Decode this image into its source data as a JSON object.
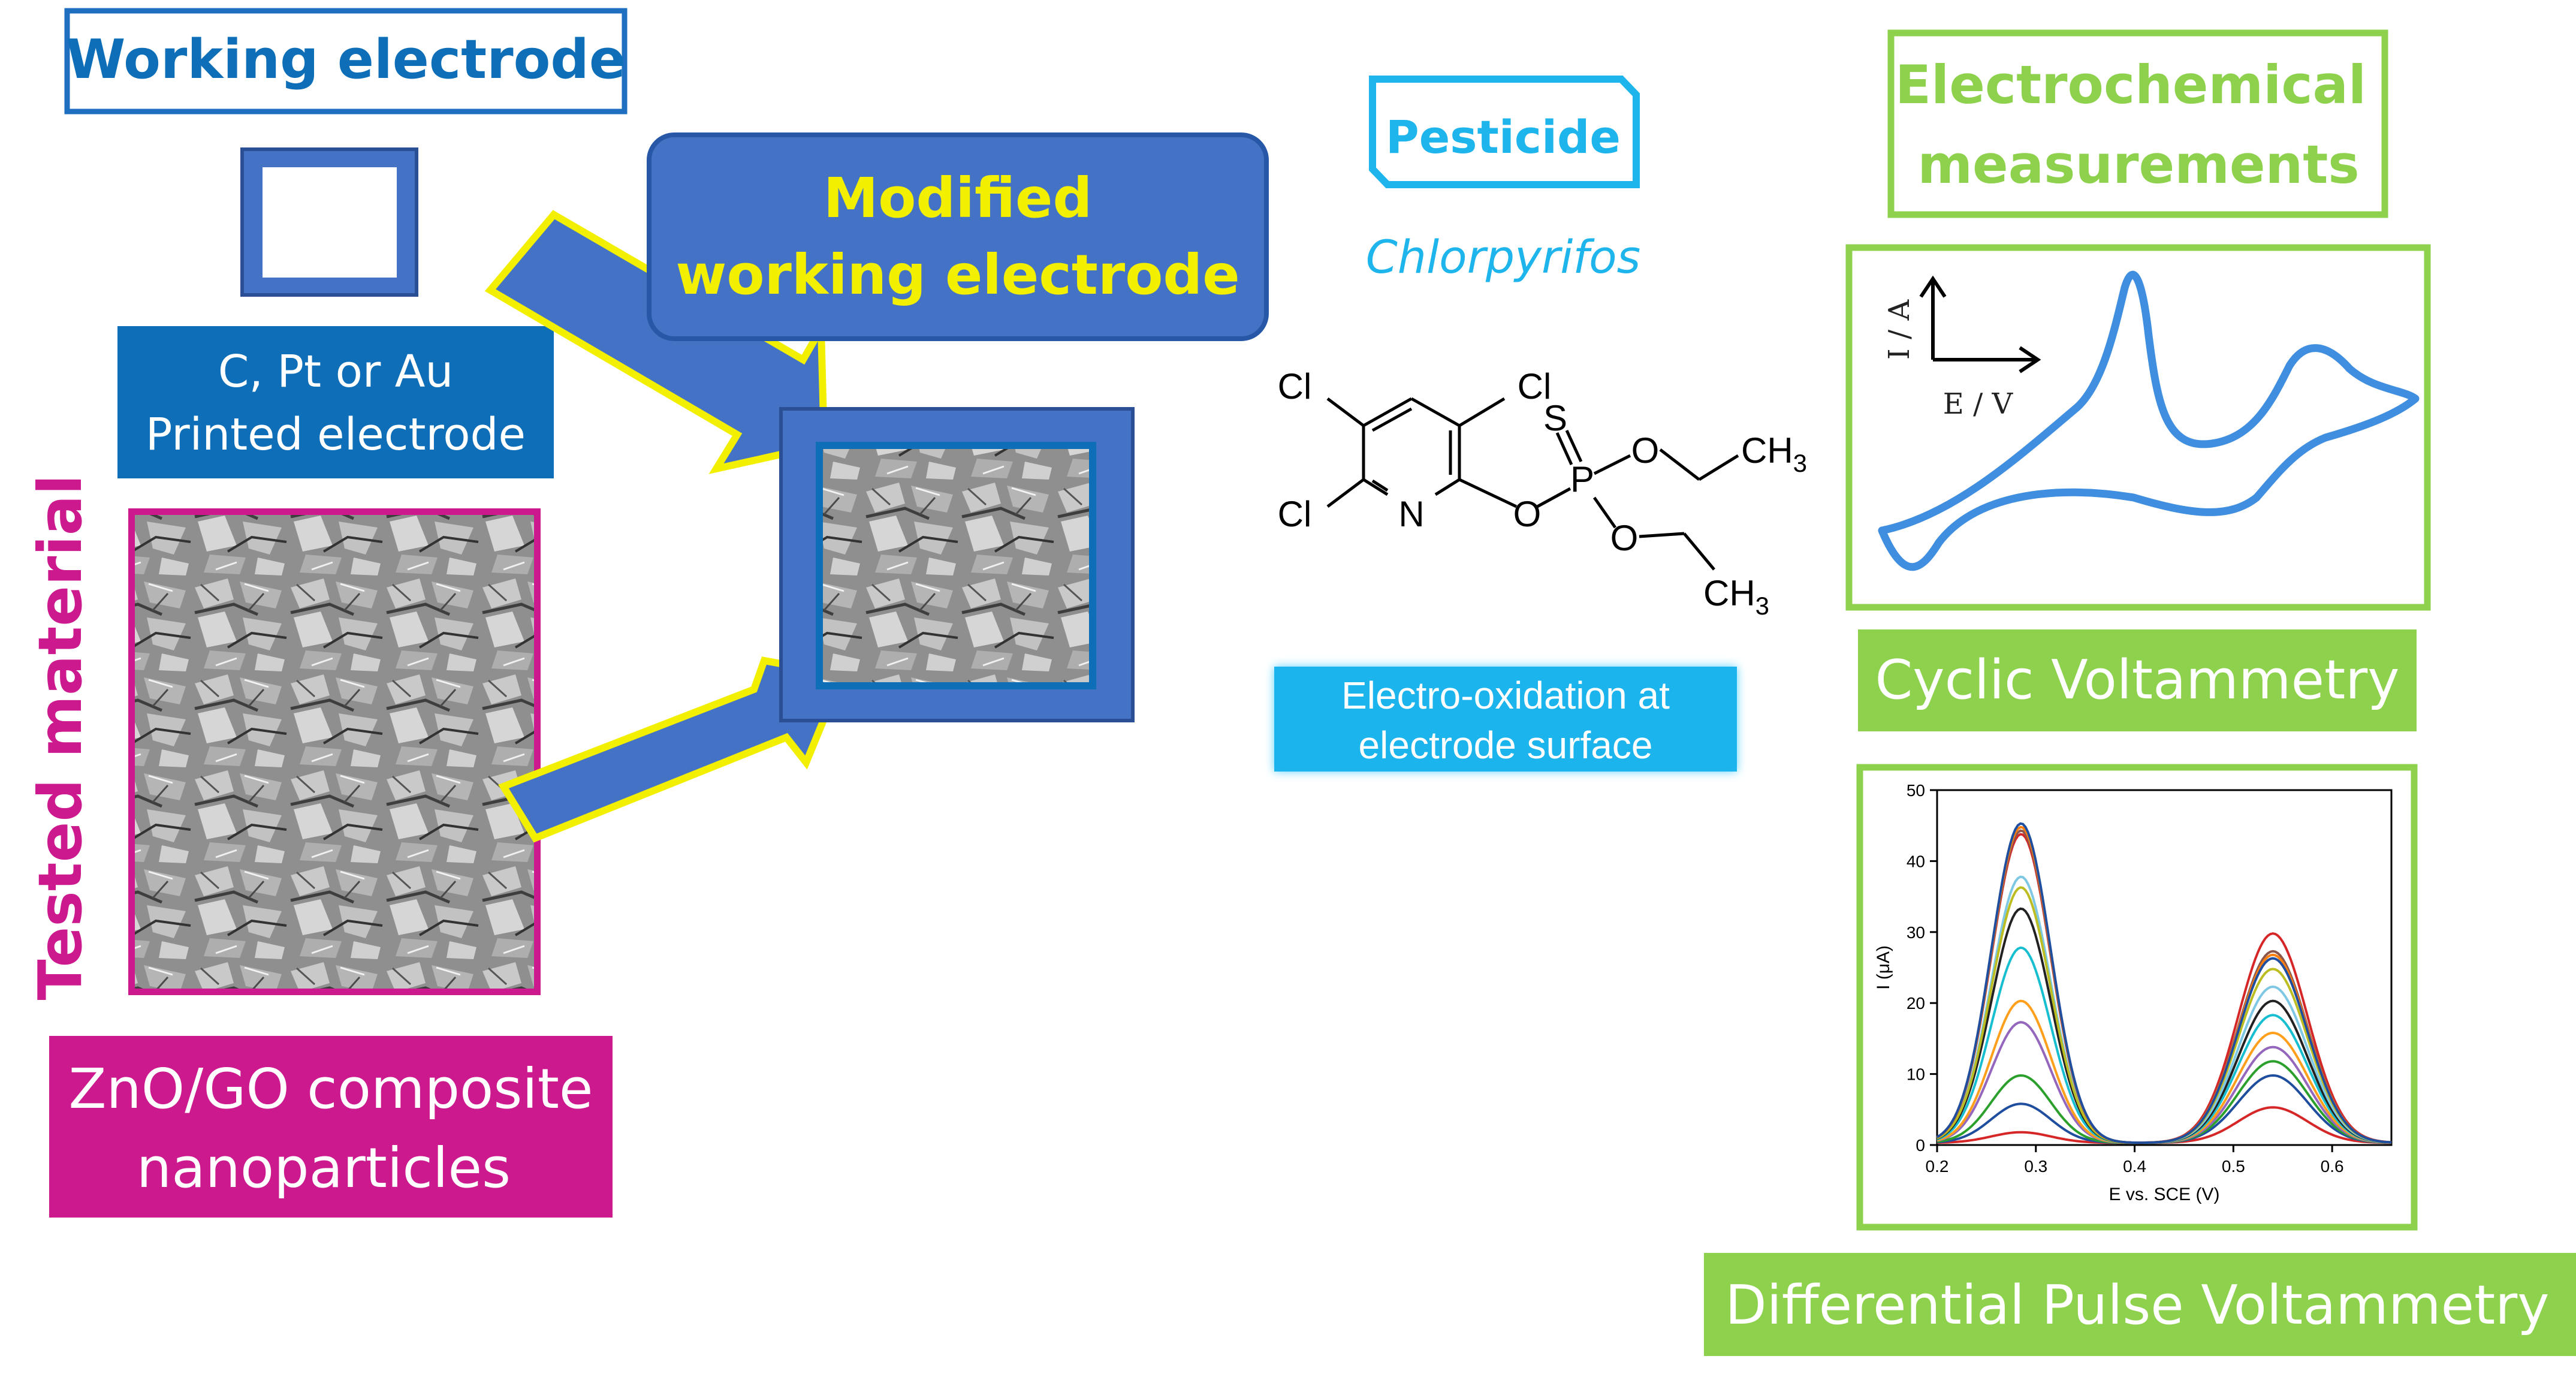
{
  "colors": {
    "blue_dark": "#0E6FB8",
    "blue_fill": "#4472C4",
    "blue_mid": "#1F6FC0",
    "magenta": "#CC1A8E",
    "green": "#8ED14D",
    "cyan": "#1EB4EC",
    "yellow": "#F2F000",
    "sem_gray": "#9a9a9a"
  },
  "working_electrode": {
    "title": "Working electrode",
    "material_line1": "C, Pt or Au",
    "material_line2": "Printed electrode"
  },
  "tested_material": {
    "vertical_label": "Tested material",
    "caption_line1": "ZnO/GO composite",
    "caption_line2": "nanoparticles"
  },
  "modified_electrode": {
    "line1": "Modified",
    "line2": "working electrode"
  },
  "pesticide": {
    "tag": "Pesticide",
    "name": "Chlorpyrifos",
    "oxidation_line1": "Electro-oxidation at",
    "oxidation_line2": "electrode surface",
    "molecule_labels": {
      "cl_top_left": "Cl",
      "cl_top_right": "Cl",
      "cl_bottom": "Cl",
      "n": "N",
      "s": "S",
      "p": "P",
      "o_ring": "O",
      "o_upper": "O",
      "o_lower": "O",
      "ch3_upper": "CH",
      "ch3_lower": "CH",
      "subscript": "3"
    }
  },
  "electrochemical": {
    "title_line1": "Electrochemical",
    "title_line2": "measurements",
    "cv_label": "Cyclic Voltammetry",
    "dpv_label": "Differential Pulse Voltammetry"
  },
  "cv_plot": {
    "y_axis_label": "I / A",
    "x_axis_label": "E / V"
  },
  "chart_data": {
    "type": "line",
    "xlabel": "E vs. SCE (V)",
    "ylabel": "I (μA)",
    "xlim": [
      0.2,
      0.66
    ],
    "ylim": [
      0,
      50
    ],
    "x_ticks": [
      "0.2",
      "0.3",
      "0.4",
      "0.5",
      "0.6"
    ],
    "y_ticks": [
      "0",
      "10",
      "20",
      "30",
      "40",
      "50"
    ],
    "peak1_x": 0.285,
    "peak2_x": 0.54,
    "series": [
      {
        "color": "#d62728",
        "peak1": 1.5,
        "peak2": 5
      },
      {
        "color": "#1f4e9e",
        "peak1": 5.5,
        "peak2": 9.5
      },
      {
        "color": "#2ca02c",
        "peak1": 9.5,
        "peak2": 11.5
      },
      {
        "color": "#9467bd",
        "peak1": 17,
        "peak2": 13.5
      },
      {
        "color": "#ff9f1c",
        "peak1": 20,
        "peak2": 15.5
      },
      {
        "color": "#17becf",
        "peak1": 27.5,
        "peak2": 18
      },
      {
        "color": "#222222",
        "peak1": 33,
        "peak2": 20
      },
      {
        "color": "#7ec8e3",
        "peak1": 37.5,
        "peak2": 22
      },
      {
        "color": "#bcbd22",
        "peak1": 36,
        "peak2": 24.5
      },
      {
        "color": "#d62728",
        "peak1": 43.5,
        "peak2": 29.5
      },
      {
        "color": "#8c564b",
        "peak1": 44,
        "peak2": 27
      },
      {
        "color": "#ff7f0e",
        "peak1": 44.5,
        "peak2": 26.5
      },
      {
        "color": "#1f4e9e",
        "peak1": 45,
        "peak2": 26
      }
    ]
  }
}
